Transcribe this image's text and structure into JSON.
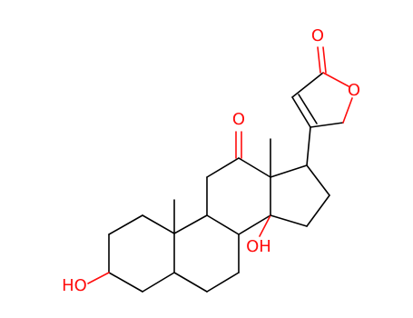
{
  "colors": {
    "bond": "#000000",
    "heteroatom_oxygen": "#ff0d0d",
    "background": "#ffffff"
  },
  "atom_labels": {
    "ketone_oxygen": "O",
    "lactone_carbonyl_oxygen": "O",
    "ring_oxygen": "O",
    "hydroxyl_c3": "HO",
    "hydroxyl_c14": "OH"
  }
}
